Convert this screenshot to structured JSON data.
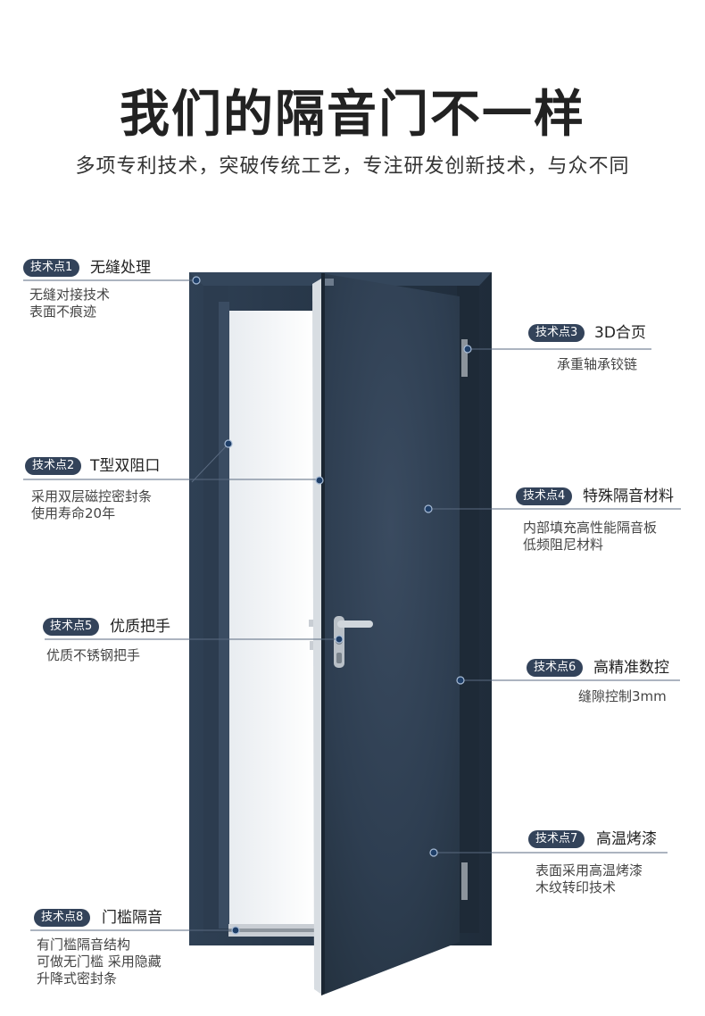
{
  "header": {
    "title": "我们的隔音门不一样",
    "subtitle": "多项专利技术，突破传统工艺，专注研发创新技术，与众不同"
  },
  "colors": {
    "door": "#2b3a4c",
    "frame": "#263445",
    "badge": "#33435a"
  },
  "features": [
    {
      "badge": "技术点1",
      "title": "无缝处理",
      "desc": [
        "无缝对接技术",
        "表面不痕迹"
      ]
    },
    {
      "badge": "技术点2",
      "title": "T型双阻口",
      "desc": [
        "采用双层磁控密封条",
        "使用寿命20年"
      ]
    },
    {
      "badge": "技术点3",
      "title": "3D合页",
      "desc": [
        "承重轴承铰链"
      ]
    },
    {
      "badge": "技术点4",
      "title": "特殊隔音材料",
      "desc": [
        "内部填充高性能隔音板",
        "低频阻尼材料"
      ]
    },
    {
      "badge": "技术点5",
      "title": "优质把手",
      "desc": [
        "优质不锈钢把手"
      ]
    },
    {
      "badge": "技术点6",
      "title": "高精准数控",
      "desc": [
        "缝隙控制3mm"
      ]
    },
    {
      "badge": "技术点7",
      "title": "高温烤漆",
      "desc": [
        "表面采用高温烤漆",
        "木纹转印技术"
      ]
    },
    {
      "badge": "技术点8",
      "title": "门槛隔音",
      "desc": [
        "有门槛隔音结构",
        "可做无门槛 采用隐藏",
        "升降式密封条"
      ]
    }
  ]
}
